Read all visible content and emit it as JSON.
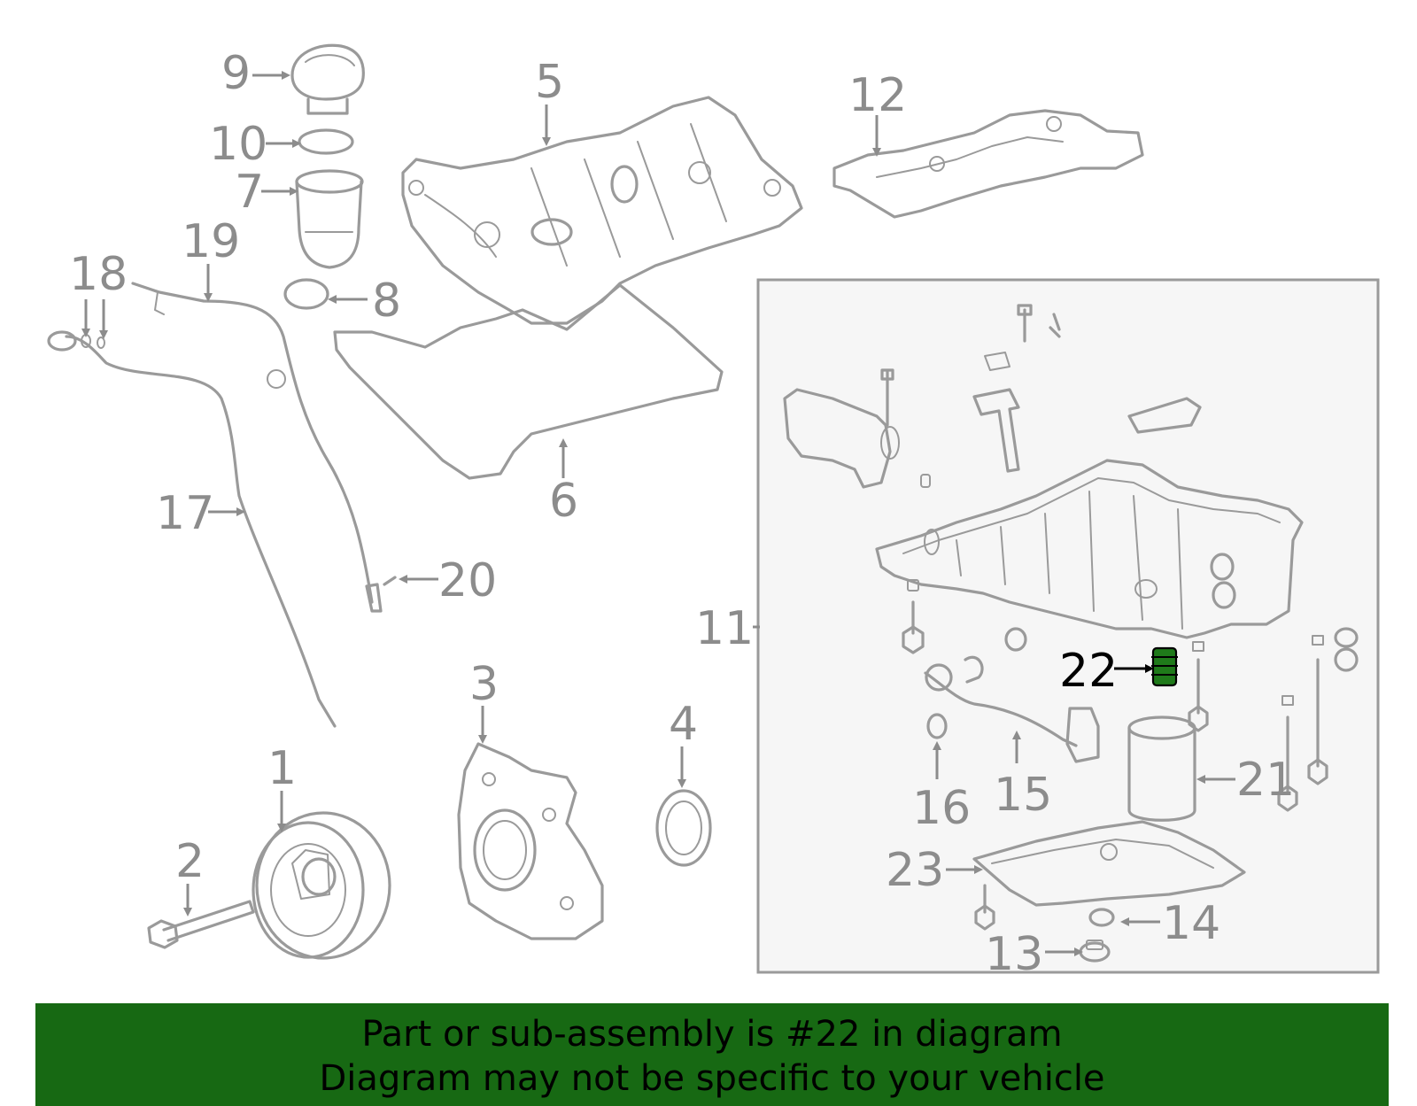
{
  "callouts": {
    "c1": "1",
    "c2": "2",
    "c3": "3",
    "c4": "4",
    "c5": "5",
    "c6": "6",
    "c7": "7",
    "c8": "8",
    "c9": "9",
    "c10": "10",
    "c11": "11",
    "c12": "12",
    "c13": "13",
    "c14": "14",
    "c15": "15",
    "c16": "16",
    "c17": "17",
    "c18": "18",
    "c19": "19",
    "c20": "20",
    "c21": "21",
    "c22": "22",
    "c23": "23"
  },
  "highlighted_part": "22",
  "colors": {
    "part_line": "#9a9a9a",
    "callout_text": "#8c8c8c",
    "highlight_text": "#000000",
    "highlight_part_fill": "#1f7a1a",
    "inset_background": "#f6f6f6",
    "banner_background": "#176913"
  },
  "banner": {
    "line1": "Part or sub-assembly is #22 in diagram",
    "line2": "Diagram may not be specific to your vehicle"
  }
}
